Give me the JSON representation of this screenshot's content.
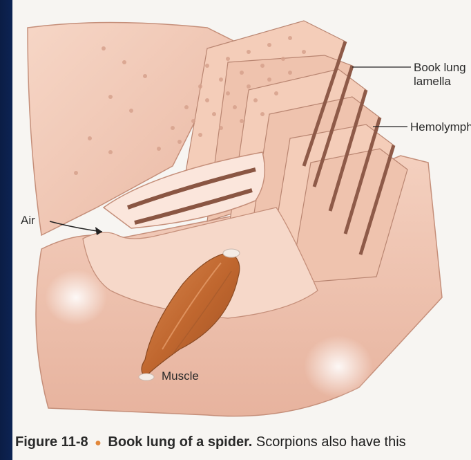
{
  "labels": {
    "book_lung_lamella_line1": "Book lung",
    "book_lung_lamella_line2": "lamella",
    "hemolymph": "Hemolymph",
    "air": "Air",
    "muscle": "Muscle"
  },
  "caption": {
    "figure_number": "Figure 11-8",
    "title": "Book lung of a spider.",
    "text": "Scorpions also have this"
  },
  "colors": {
    "page_background": "#f7f5f2",
    "frame_blue": "#0a1f4a",
    "tissue_pink": "#f2c9b6",
    "tissue_dark": "#d69a86",
    "muscle": "#c8733f",
    "caption_bullet": "#e2873b"
  }
}
